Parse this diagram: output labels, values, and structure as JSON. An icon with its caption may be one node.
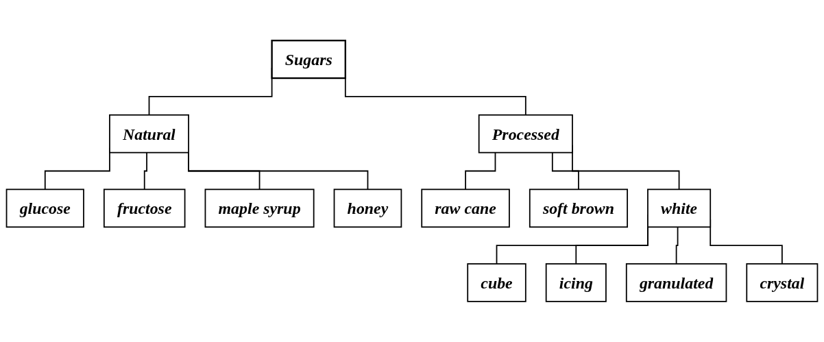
{
  "diagram": {
    "nodes": [
      {
        "text": [
          "Sugars"
        ]
      },
      {
        "text": [
          "Natural"
        ]
      },
      {
        "text": [
          "Processed"
        ]
      },
      {
        "text": [
          "glucose"
        ]
      },
      {
        "text": [
          "fructose"
        ]
      },
      {
        "text": [
          "maple syrup"
        ]
      },
      {
        "text": [
          "honey"
        ]
      },
      {
        "text": [
          "raw cane"
        ]
      },
      {
        "text": [
          "soft brown"
        ]
      },
      {
        "text": [
          "white"
        ]
      },
      {
        "text": [
          "cube"
        ]
      },
      {
        "text": [
          "icing"
        ]
      },
      {
        "text": [
          "granulated"
        ]
      },
      {
        "text": [
          "crystal"
        ]
      }
    ],
    "edges": [
      {
        "from": 0,
        "to": 1,
        "arrow": "none"
      },
      {
        "from": 0,
        "to": 2,
        "arrow": "none"
      },
      {
        "from": 1,
        "to": 3,
        "arrow": "none"
      },
      {
        "from": 1,
        "to": 4,
        "arrow": "none"
      },
      {
        "from": 1,
        "to": 5,
        "arrow": "none"
      },
      {
        "from": 1,
        "to": 6,
        "arrow": "none"
      },
      {
        "from": 2,
        "to": 7,
        "arrow": "none"
      },
      {
        "from": 2,
        "to": 8,
        "arrow": "none"
      },
      {
        "from": 2,
        "to": 9,
        "arrow": "none"
      },
      {
        "from": 9,
        "to": 10,
        "arrow": "none"
      },
      {
        "from": 9,
        "to": 11,
        "arrow": "none"
      },
      {
        "from": 9,
        "to": 12,
        "arrow": "none"
      },
      {
        "from": 9,
        "to": 13,
        "arrow": "none"
      }
    ]
  }
}
